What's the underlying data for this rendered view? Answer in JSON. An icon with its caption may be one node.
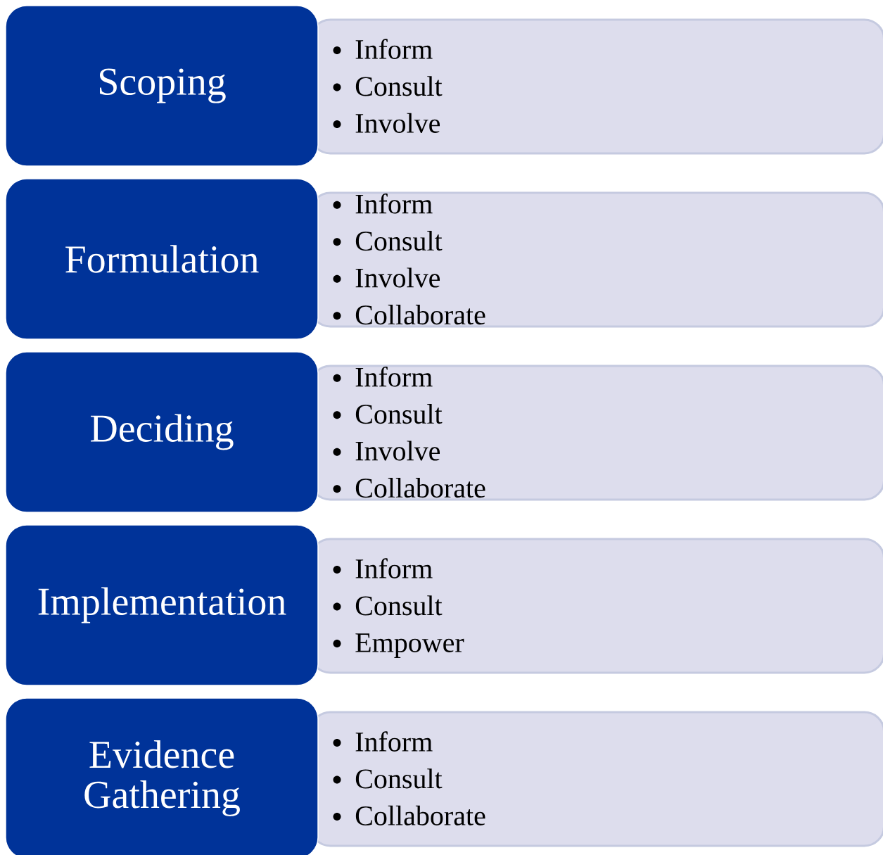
{
  "diagram": {
    "nodes": [
      {
        "text": [
          "Scoping"
        ]
      },
      {
        "text": [
          "Inform",
          "Consult",
          "Involve"
        ]
      },
      {
        "text": [
          "Formulation"
        ]
      },
      {
        "text": [
          "Inform",
          "Consult",
          "Involve",
          "Collaborate"
        ]
      },
      {
        "text": [
          "Deciding"
        ]
      },
      {
        "text": [
          "Inform",
          "Consult",
          "Involve",
          "Collaborate"
        ]
      },
      {
        "text": [
          "Implementation"
        ]
      },
      {
        "text": [
          "Inform",
          "Consult",
          "Empower"
        ]
      },
      {
        "text": [
          "Evidence Gathering"
        ]
      },
      {
        "text": [
          "Inform",
          "Consult",
          "Collaborate"
        ]
      }
    ]
  }
}
